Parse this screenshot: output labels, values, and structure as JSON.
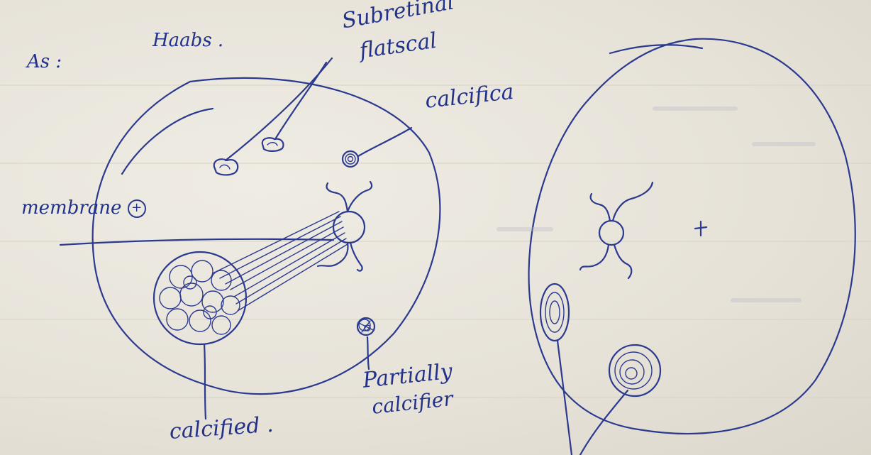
{
  "page": {
    "labels": {
      "as": "As :",
      "haabs": "Haabs .",
      "subretinal_line1": "Subretinal",
      "subretinal_line2": "flatscal",
      "calcified_top": "calcifica",
      "membrane": "membrane",
      "membrane_mark": "+",
      "partially_line1": "Partially",
      "partially_line2": "calcifier",
      "calcified_bottom": "calcified .",
      "plus_mark": "+"
    }
  },
  "colors": {
    "ink": "#2b3a8f",
    "paper": "#e9e5dc"
  }
}
